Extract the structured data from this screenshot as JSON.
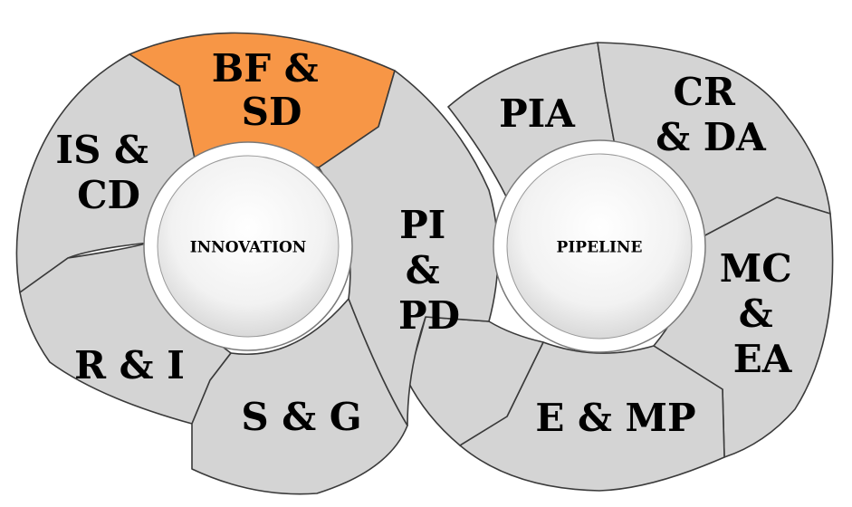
{
  "innovation": {
    "hub_label": "INNOVATION",
    "segments": [
      {
        "id": "bf-sd",
        "lines": [
          "BF &",
          "SD"
        ],
        "highlight": true
      },
      {
        "id": "is-cd",
        "lines": [
          "IS &",
          "CD"
        ],
        "highlight": false
      },
      {
        "id": "r-i",
        "lines": [
          "R & I"
        ],
        "highlight": false
      },
      {
        "id": "s-g",
        "lines": [
          "S & G"
        ],
        "highlight": false
      },
      {
        "id": "pi-pd",
        "lines": [
          "PI",
          "&",
          "PD"
        ],
        "highlight": false
      }
    ]
  },
  "pipeline": {
    "hub_label": "PIPELINE",
    "segments": [
      {
        "id": "pia",
        "lines": [
          "PIA"
        ],
        "highlight": false
      },
      {
        "id": "cr-da",
        "lines": [
          "CR",
          "& DA"
        ],
        "highlight": false
      },
      {
        "id": "mc-ea",
        "lines": [
          "MC",
          "&",
          "EA"
        ],
        "highlight": false
      },
      {
        "id": "e-mp",
        "lines": [
          "E & MP"
        ],
        "highlight": false
      }
    ]
  },
  "colors": {
    "segment_fill": "#d4d4d4",
    "highlight_fill": "#f79646",
    "outline": "#3a3a3a",
    "text": "#000000"
  }
}
